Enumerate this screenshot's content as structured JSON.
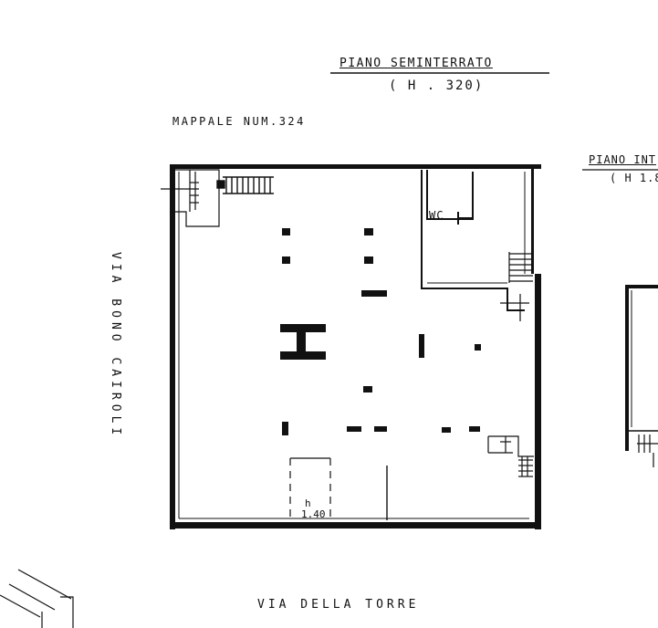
{
  "main_plan": {
    "title": "PIANO SEMINTERRATO",
    "height": "( H . 320)"
  },
  "mappale": "MAPPALE  NUM.324",
  "right_plan": {
    "title": "PIANO INT",
    "height": "( H 1.8"
  },
  "streets": {
    "left": "VIA BONO CAIROLI",
    "bottom": "VIA DELLA TORRE"
  },
  "rooms": {
    "wc": "WC"
  },
  "notes": {
    "h_label": "h",
    "h_value": "1.40"
  },
  "colors": {
    "ink": "#111111",
    "paper": "#ffffff"
  }
}
